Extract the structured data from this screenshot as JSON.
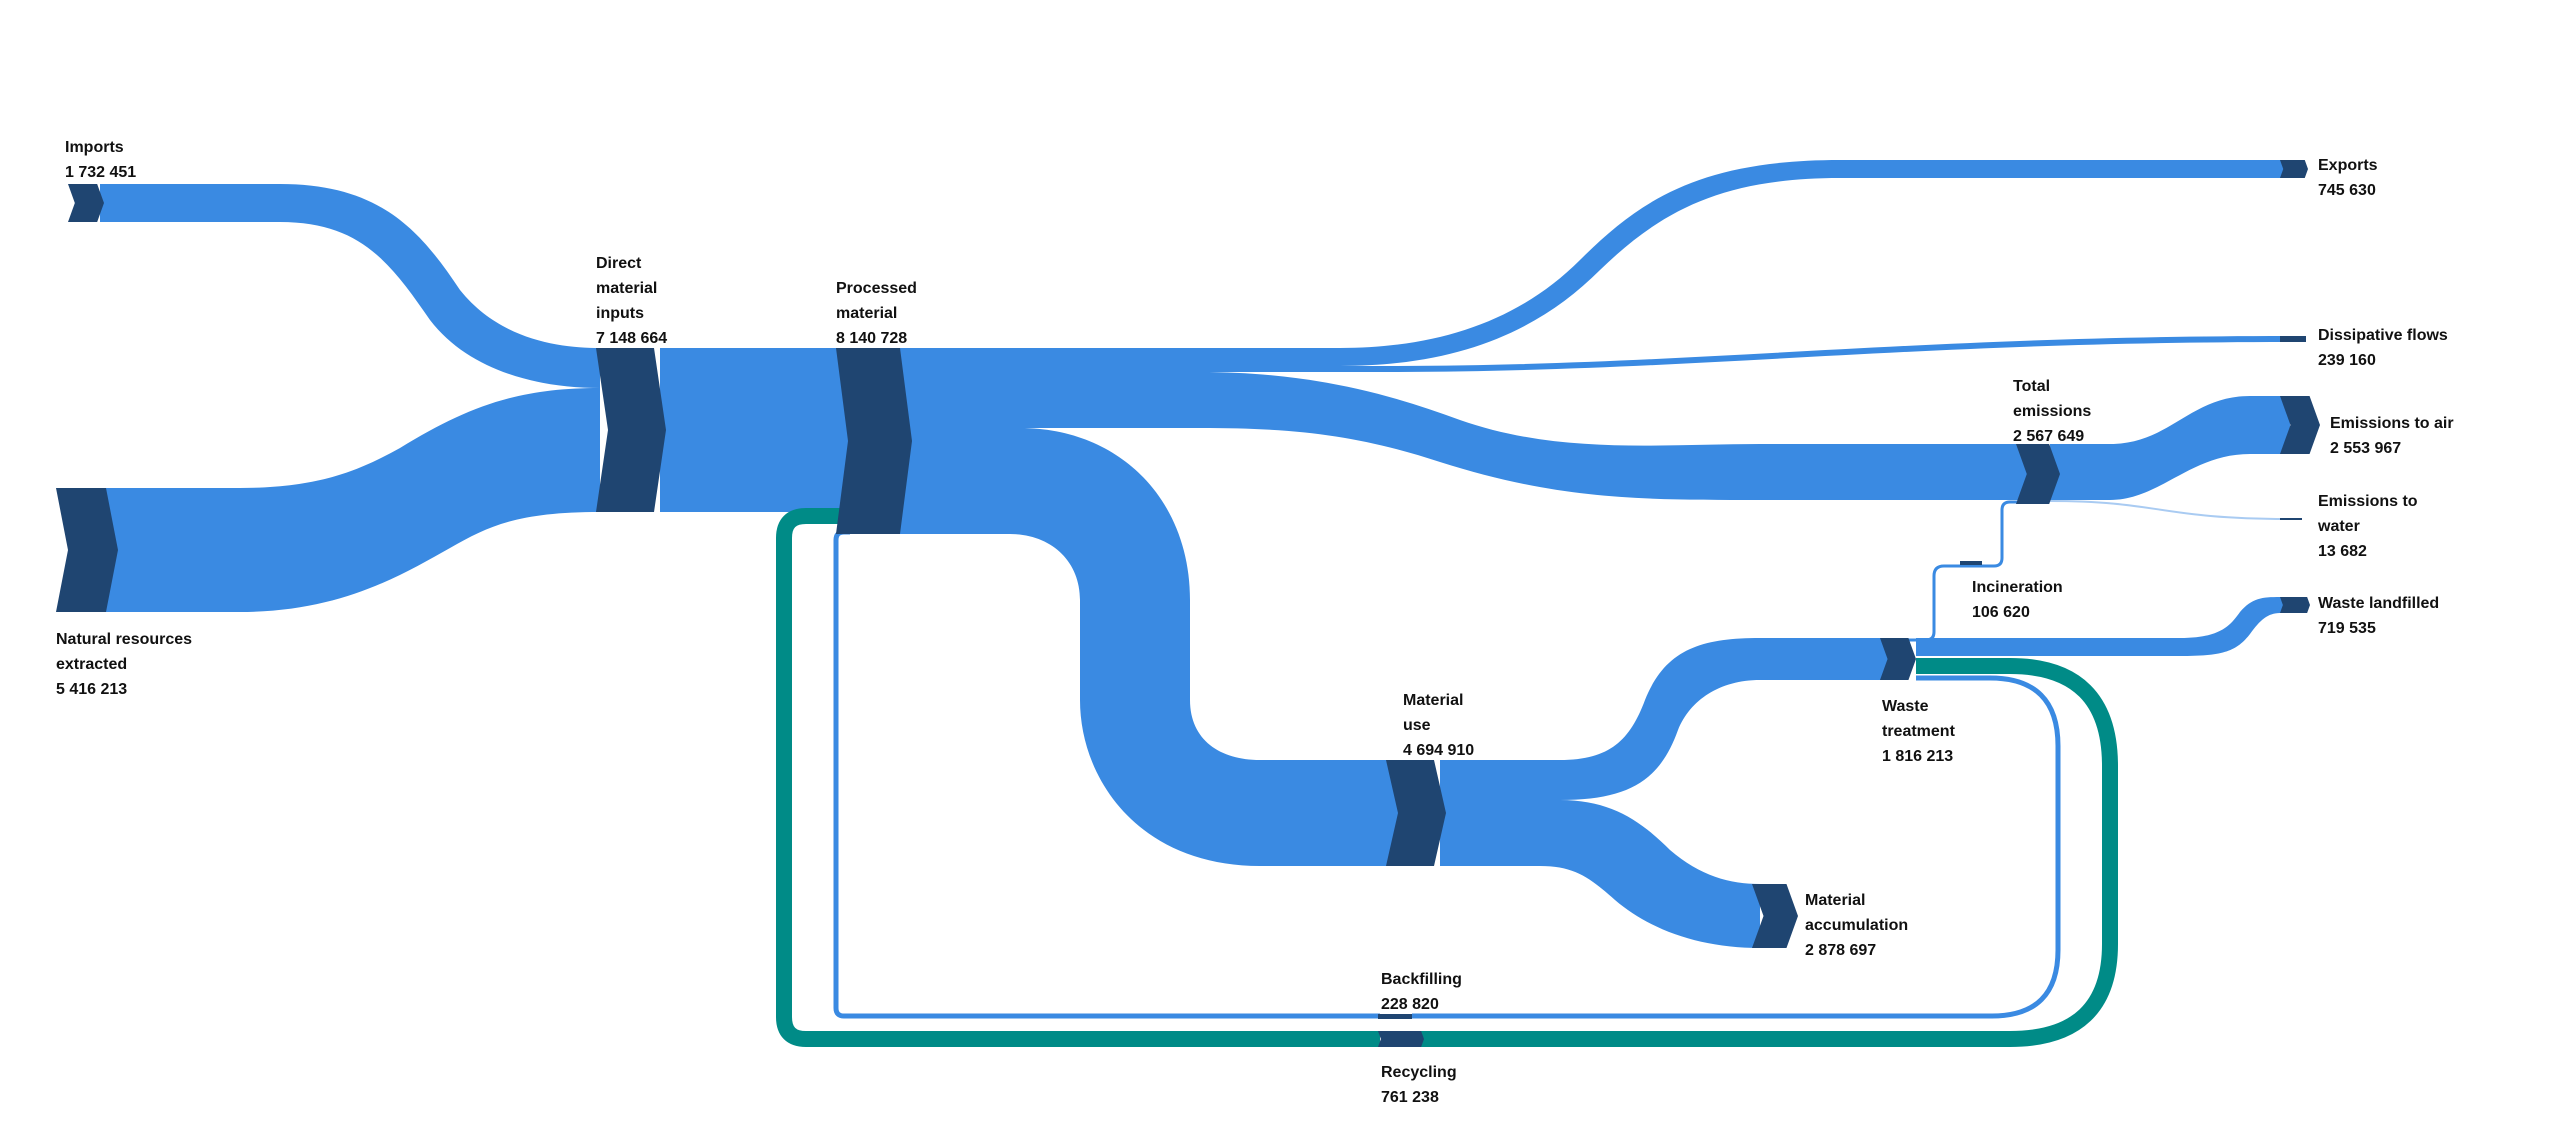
{
  "title": "Material flow Sankey diagram",
  "colors": {
    "flow": "#3a8ae2",
    "node": "#1f4571",
    "recycling": "#008b87",
    "label": "#111111",
    "background": "#ffffff"
  },
  "chart_data": {
    "type": "sankey",
    "unit": "",
    "nodes": [
      {
        "id": "imports",
        "label_lines": [
          "Imports"
        ],
        "value": "1 732 451",
        "value_num": 1732451
      },
      {
        "id": "natural_resources",
        "label_lines": [
          "Natural resources",
          "extracted"
        ],
        "value": "5 416 213",
        "value_num": 5416213
      },
      {
        "id": "dmi",
        "label_lines": [
          "Direct",
          "material",
          "inputs"
        ],
        "value": "7 148 664",
        "value_num": 7148664
      },
      {
        "id": "processed",
        "label_lines": [
          "Processed",
          "material"
        ],
        "value": "8 140 728",
        "value_num": 8140728
      },
      {
        "id": "exports",
        "label_lines": [
          "Exports"
        ],
        "value": "745 630",
        "value_num": 745630
      },
      {
        "id": "dissipative",
        "label_lines": [
          "Dissipative flows"
        ],
        "value": "239 160",
        "value_num": 239160
      },
      {
        "id": "total_emissions",
        "label_lines": [
          "Total",
          "emissions"
        ],
        "value": "2 567 649",
        "value_num": 2567649
      },
      {
        "id": "emissions_air",
        "label_lines": [
          "Emissions to air"
        ],
        "value": "2 553 967",
        "value_num": 2553967
      },
      {
        "id": "emissions_water",
        "label_lines": [
          "Emissions to",
          "water"
        ],
        "value": "13 682",
        "value_num": 13682
      },
      {
        "id": "incineration",
        "label_lines": [
          "Incineration"
        ],
        "value": "106 620",
        "value_num": 106620
      },
      {
        "id": "waste_landfilled",
        "label_lines": [
          "Waste landfilled"
        ],
        "value": "719 535",
        "value_num": 719535
      },
      {
        "id": "material_use",
        "label_lines": [
          "Material",
          "use"
        ],
        "value": "4 694 910",
        "value_num": 4694910
      },
      {
        "id": "waste_treatment",
        "label_lines": [
          "Waste",
          "treatment"
        ],
        "value": "1 816 213",
        "value_num": 1816213
      },
      {
        "id": "material_accumulation",
        "label_lines": [
          "Material",
          "accumulation"
        ],
        "value": "2 878 697",
        "value_num": 2878697
      },
      {
        "id": "backfilling",
        "label_lines": [
          "Backfilling"
        ],
        "value": "228 820",
        "value_num": 228820
      },
      {
        "id": "recycling",
        "label_lines": [
          "Recycling"
        ],
        "value": "761 238",
        "value_num": 761238
      }
    ],
    "links": [
      {
        "source": "imports",
        "target": "dmi",
        "value": 1732451
      },
      {
        "source": "natural_resources",
        "target": "dmi",
        "value": 5416213
      },
      {
        "source": "dmi",
        "target": "processed",
        "value": 7148664
      },
      {
        "source": "recycling",
        "target": "processed",
        "value": 761238,
        "kind": "recycling"
      },
      {
        "source": "backfilling",
        "target": "processed",
        "value": 228820
      },
      {
        "source": "processed",
        "target": "exports",
        "value": 745630
      },
      {
        "source": "processed",
        "target": "dissipative",
        "value": 239160
      },
      {
        "source": "processed",
        "target": "total_emissions",
        "value": 2461029
      },
      {
        "source": "processed",
        "target": "material_use",
        "value": 4694910
      },
      {
        "source": "incineration",
        "target": "total_emissions",
        "value": 106620
      },
      {
        "source": "total_emissions",
        "target": "emissions_air",
        "value": 2553967
      },
      {
        "source": "total_emissions",
        "target": "emissions_water",
        "value": 13682
      },
      {
        "source": "material_use",
        "target": "waste_treatment",
        "value": 1816213
      },
      {
        "source": "material_use",
        "target": "material_accumulation",
        "value": 2878697
      },
      {
        "source": "waste_treatment",
        "target": "incineration",
        "value": 106620
      },
      {
        "source": "waste_treatment",
        "target": "waste_landfilled",
        "value": 719535
      },
      {
        "source": "waste_treatment",
        "target": "recycling",
        "value": 761238,
        "kind": "recycling"
      },
      {
        "source": "waste_treatment",
        "target": "backfilling",
        "value": 228820
      }
    ]
  }
}
